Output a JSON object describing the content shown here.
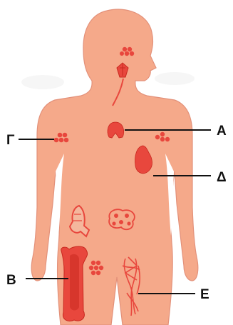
{
  "labels": {
    "a": "Α",
    "b": "Β",
    "gamma": "Γ",
    "delta": "Δ",
    "e": "Ε"
  },
  "colors": {
    "skin": "#f5a98a",
    "skin_outline": "#e3917a",
    "organ": "#e8473d",
    "organ_dark": "#c8281f",
    "line": "#111111"
  }
}
